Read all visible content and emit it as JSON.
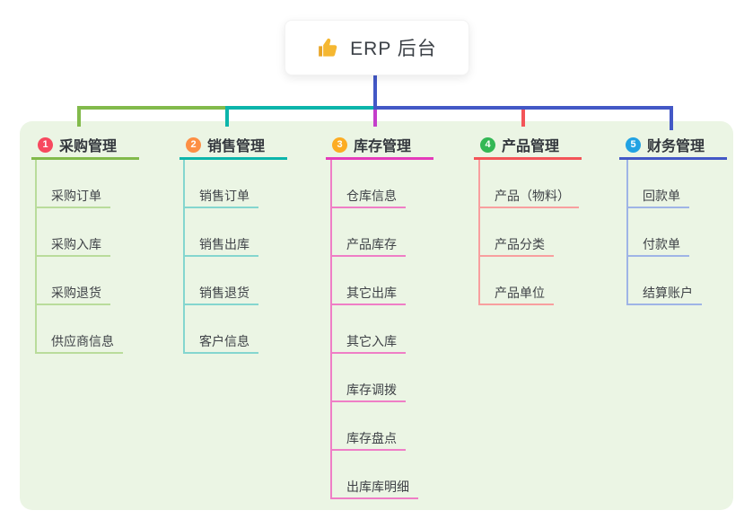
{
  "root": {
    "title": "ERP 后台",
    "icon": "thumbs-up-icon",
    "icon_color": "#f5b731"
  },
  "connector_colors": {
    "root_drop": "#4358c6",
    "bus_left": "#82ba4b",
    "bus_mid": "#0cb5ab",
    "bus_right": "#4358c6"
  },
  "canvas": {
    "panel_color": "#ebf5e4",
    "background": "#ffffff"
  },
  "branches": [
    {
      "number": "1",
      "title": "采购管理",
      "badge_color": "#f7495f",
      "line_color": "#82ba4b",
      "drop_color": "#82ba4b",
      "child_line_color": "#b9dc9b",
      "children": [
        "采购订单",
        "采购入库",
        "采购退货",
        "供应商信息"
      ]
    },
    {
      "number": "2",
      "title": "销售管理",
      "badge_color": "#fd8f44",
      "line_color": "#0cb5ab",
      "drop_color": "#0cb5ab",
      "child_line_color": "#84d6cf",
      "children": [
        "销售订单",
        "销售出库",
        "销售退货",
        "客户信息"
      ]
    },
    {
      "number": "3",
      "title": "库存管理",
      "badge_color": "#fcac23",
      "line_color": "#e43bba",
      "drop_color": "#c43ecb",
      "child_line_color": "#ef7ec6",
      "children": [
        "仓库信息",
        "产品库存",
        "其它出库",
        "其它入库",
        "库存调拨",
        "库存盘点",
        "出库库明细"
      ]
    },
    {
      "number": "4",
      "title": "产品管理",
      "badge_color": "#33b855",
      "line_color": "#f35458",
      "drop_color": "#f35458",
      "child_line_color": "#f89f9f",
      "children": [
        "产品（物料）",
        "产品分类",
        "产品单位"
      ]
    },
    {
      "number": "5",
      "title": "财务管理",
      "badge_color": "#21a2e3",
      "line_color": "#4358c6",
      "drop_color": "#4358c6",
      "child_line_color": "#9fb4e6",
      "children": [
        "回款单",
        "付款单",
        "结算账户"
      ]
    }
  ]
}
